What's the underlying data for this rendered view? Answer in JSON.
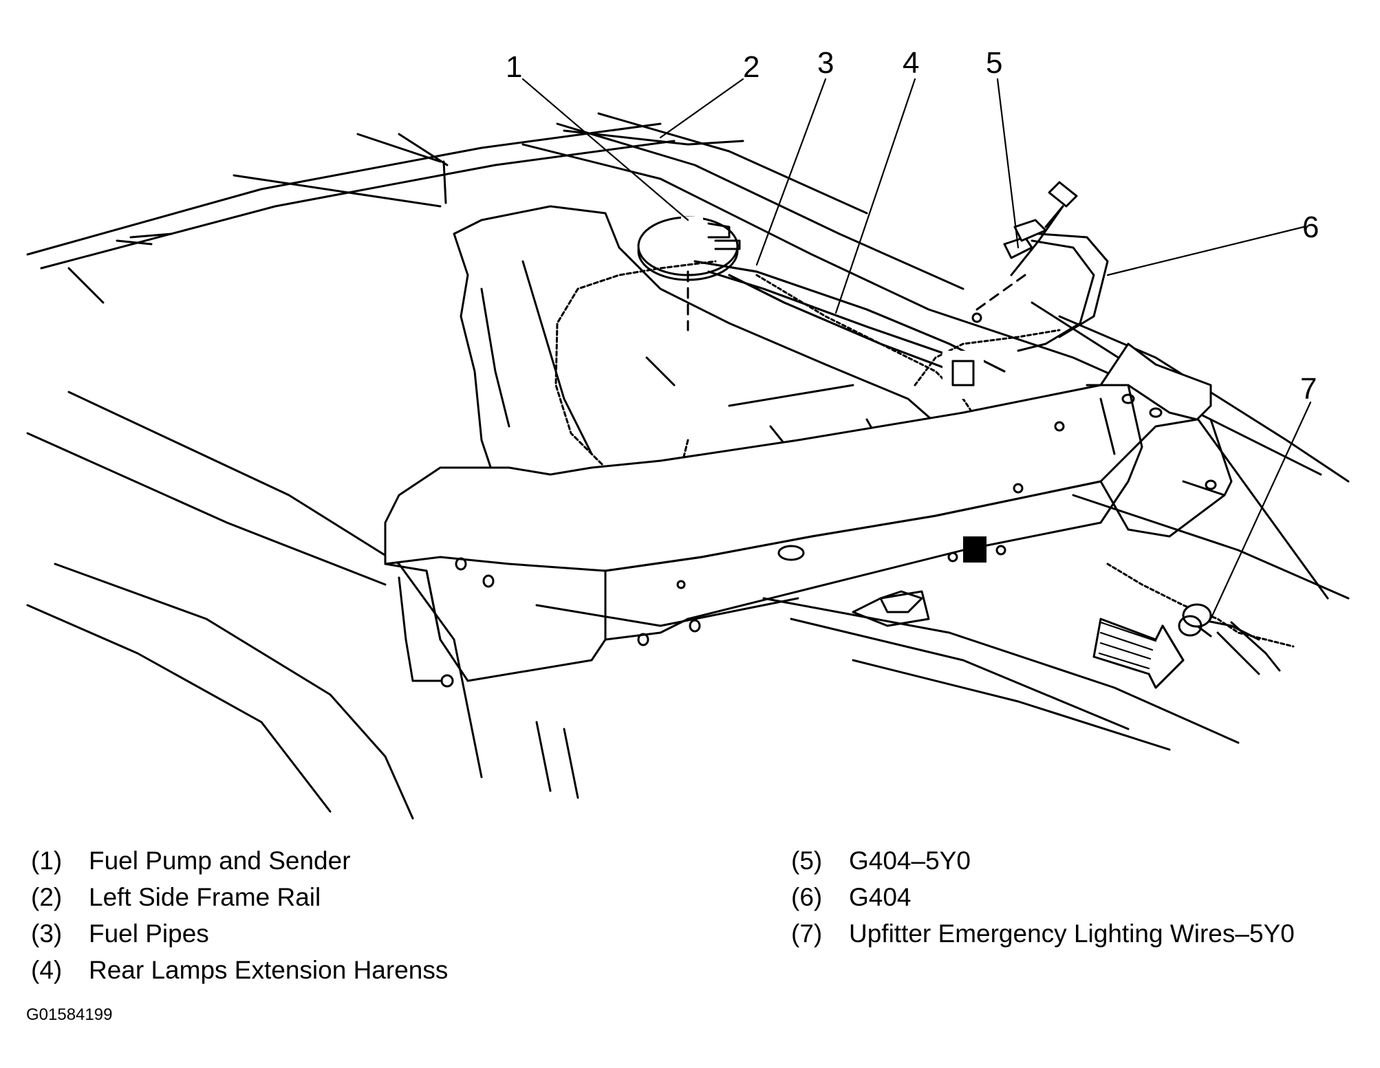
{
  "callouts": [
    {
      "num": "1",
      "label": "Fuel Pump and Sender"
    },
    {
      "num": "2",
      "label": "Left Side Frame Rail"
    },
    {
      "num": "3",
      "label": "Fuel Pipes"
    },
    {
      "num": "4",
      "label": "Rear Lamps Extension Harenss"
    },
    {
      "num": "5",
      "label": "G404–5Y0"
    },
    {
      "num": "6",
      "label": "G404"
    },
    {
      "num": "7",
      "label": "Upfitter Emergency Lighting Wires–5Y0"
    }
  ],
  "legend": {
    "left": [
      {
        "num": "(1)",
        "label": "Fuel Pump and Sender"
      },
      {
        "num": "(2)",
        "label": "Left Side Frame Rail"
      },
      {
        "num": "(3)",
        "label": "Fuel Pipes"
      },
      {
        "num": "(4)",
        "label": "Rear Lamps Extension Harenss"
      }
    ],
    "right": [
      {
        "num": "(5)",
        "label": "G404–5Y0"
      },
      {
        "num": "(6)",
        "label": "G404"
      },
      {
        "num": "(7)",
        "label": "Upfitter Emergency Lighting Wires–5Y0"
      }
    ]
  },
  "figure_id": "G01584199",
  "colors": {
    "line": "#000000",
    "background": "#ffffff"
  }
}
